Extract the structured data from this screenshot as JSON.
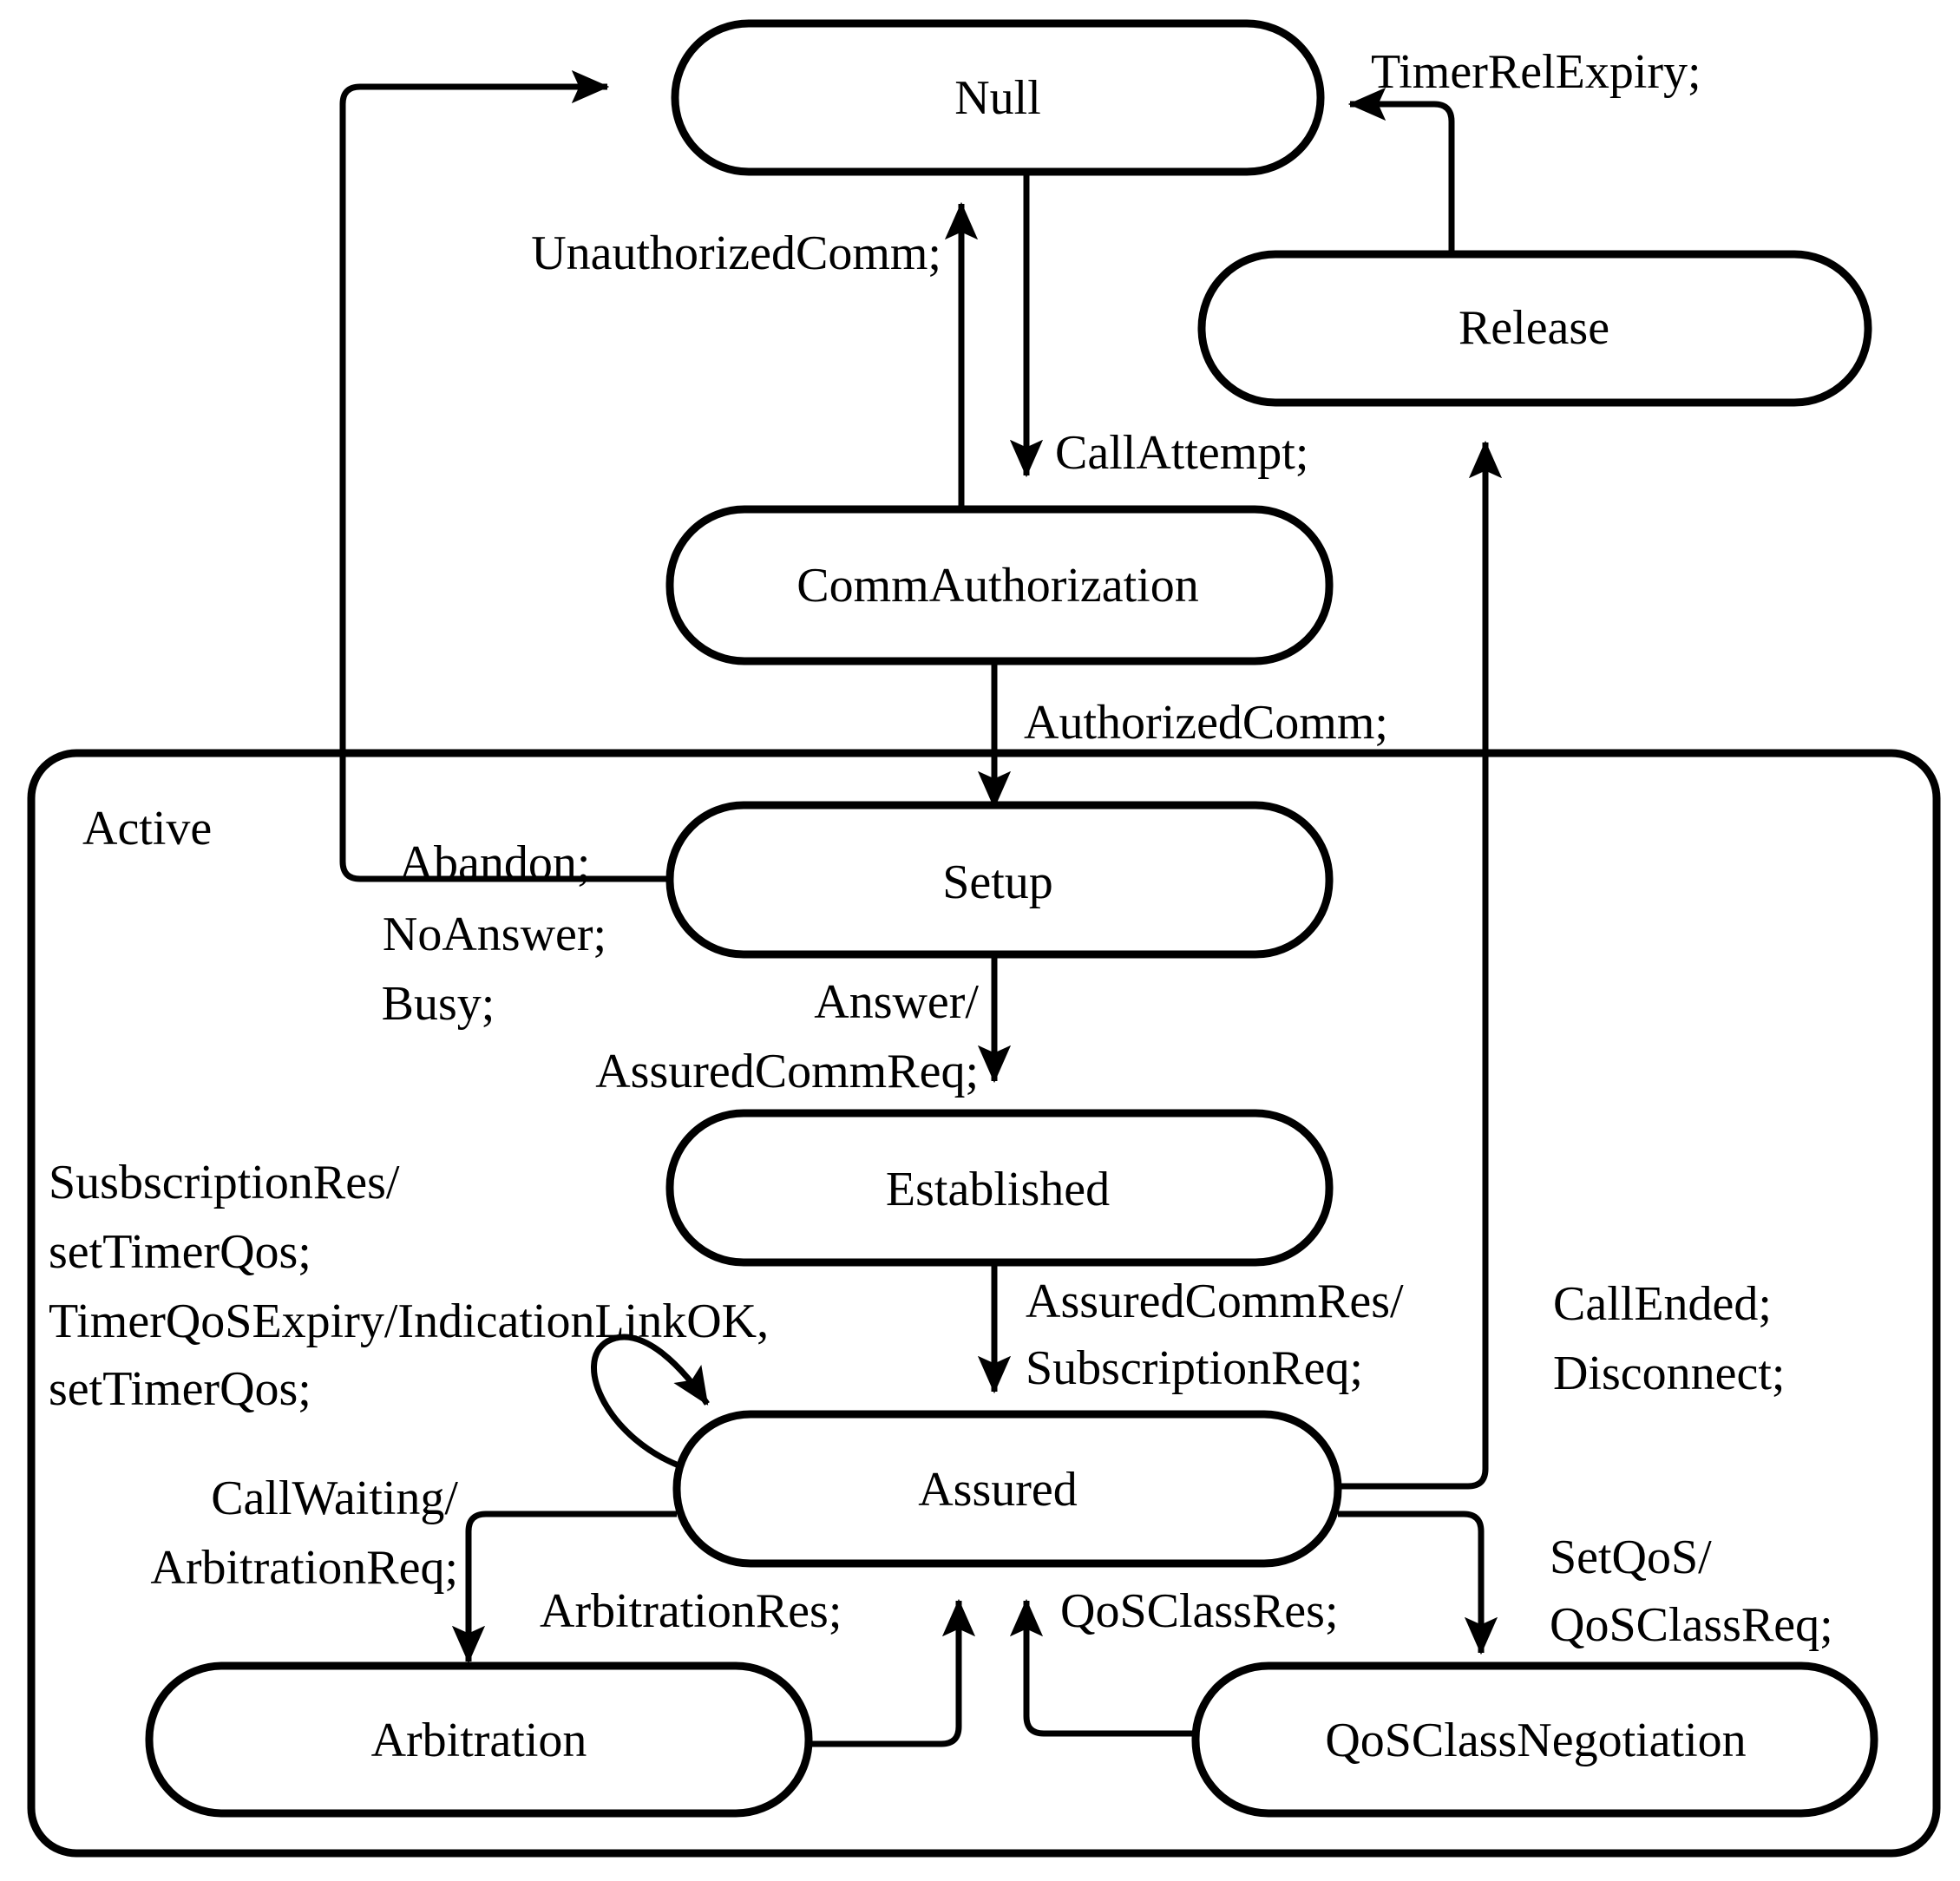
{
  "diagram": {
    "type": "uml-state-machine",
    "title": "Call State Machine",
    "region": {
      "name": "active-region",
      "label": "Active"
    },
    "states": [
      {
        "id": "null",
        "label": "Null"
      },
      {
        "id": "release",
        "label": "Release"
      },
      {
        "id": "commauthorization",
        "label": "CommAuthorization"
      },
      {
        "id": "setup",
        "label": "Setup"
      },
      {
        "id": "established",
        "label": "Established"
      },
      {
        "id": "assured",
        "label": "Assured"
      },
      {
        "id": "arbitration",
        "label": "Arbitration"
      },
      {
        "id": "qosclassnegotiation",
        "label": "QoSClassNegotiation"
      }
    ],
    "transitions": [
      {
        "id": "t-timerrelexpiry",
        "from": "release",
        "to": "null",
        "label": "TimerRelExpiry;"
      },
      {
        "id": "t-unauthorizedcomm",
        "from": "commauthorization",
        "to": "null",
        "label": "UnauthorizedComm;"
      },
      {
        "id": "t-callattempt",
        "from": "null",
        "to": "commauthorization",
        "label": "CallAttempt;"
      },
      {
        "id": "t-authorizedcomm",
        "from": "commauthorization",
        "to": "setup",
        "label": "AuthorizedComm;"
      },
      {
        "id": "t-abandon",
        "from": "setup",
        "to": "null",
        "label_lines": [
          "Abandon;",
          "NoAnswer;",
          "Busy;"
        ]
      },
      {
        "id": "t-answer",
        "from": "setup",
        "to": "established",
        "label_lines": [
          "Answer/",
          "AssuredCommReq;"
        ]
      },
      {
        "id": "t-assuredcommres",
        "from": "established",
        "to": "assured",
        "label_lines": [
          "AssuredCommRes/",
          "SubscriptionReq;"
        ]
      },
      {
        "id": "t-selfloop",
        "from": "assured",
        "to": "assured",
        "label_lines": [
          "SusbscriptionRes/",
          "setTimerQos;",
          "TimerQoSExpiry/IndicationLinkOK,",
          "setTimerQos;"
        ]
      },
      {
        "id": "t-callended",
        "from": "assured",
        "to": "release",
        "label_lines": [
          "CallEnded;",
          "Disconnect;"
        ]
      },
      {
        "id": "t-callwaiting",
        "from": "assured",
        "to": "arbitration",
        "label_lines": [
          "CallWaiting/",
          "ArbitrationReq;"
        ]
      },
      {
        "id": "t-arbitrationres",
        "from": "arbitration",
        "to": "assured",
        "label": "ArbitrationRes;"
      },
      {
        "id": "t-qosclassres",
        "from": "qosclassnegotiation",
        "to": "assured",
        "label": "QoSClassRes;"
      },
      {
        "id": "t-setqos",
        "from": "assured",
        "to": "qosclassnegotiation",
        "label_lines": [
          "SetQoS/",
          "QoSClassReq;"
        ]
      }
    ],
    "colors": {
      "stroke": "#000000",
      "fill": "#ffffff",
      "text": "#000000"
    }
  }
}
